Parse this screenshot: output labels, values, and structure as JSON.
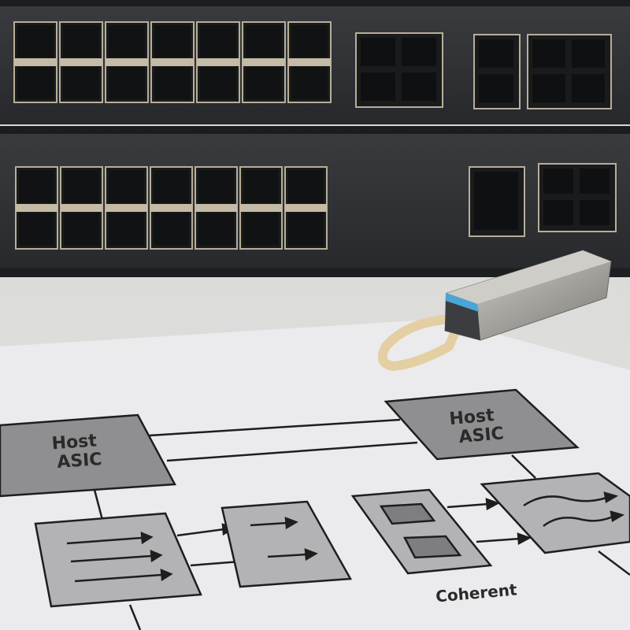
{
  "diagram": {
    "host_left": {
      "line1": "Host",
      "line2": "ASIC"
    },
    "host_right": {
      "line1": "Host",
      "line2": "ASIC"
    },
    "coherent_label": "Coherent"
  },
  "colors": {
    "switch_body": "#2f3134",
    "port_frame": "#b8ae98",
    "paper": "#ebebed",
    "box_dark": "#8e8e90",
    "box_light": "#b4b4b6",
    "transceiver_accent": "#4aa6d6",
    "pull_tab": "#e6d3a8"
  }
}
